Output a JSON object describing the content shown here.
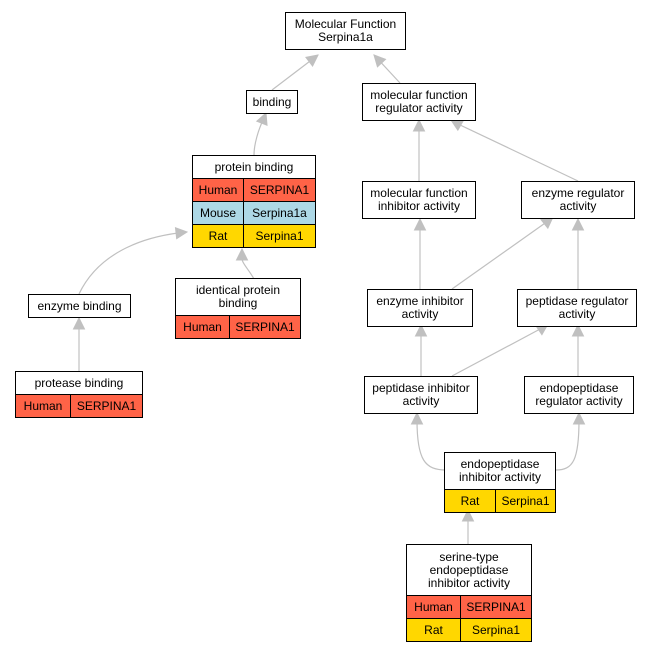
{
  "colors": {
    "human": "#ff6347",
    "mouse": "#add8e6",
    "rat": "#ffd700",
    "edge": "#c0c0c0"
  },
  "nodes": {
    "root": {
      "label": "Molecular Function\nSerpina1a"
    },
    "binding": {
      "label": "binding"
    },
    "mfra": {
      "label": "molecular function\nregulator activity"
    },
    "protein_binding": {
      "label": "protein binding",
      "rows": [
        {
          "species": "Human",
          "gene": "SERPINA1"
        },
        {
          "species": "Mouse",
          "gene": "Serpina1a"
        },
        {
          "species": "Rat",
          "gene": "Serpina1"
        }
      ]
    },
    "mfia": {
      "label": "molecular function\ninhibitor activity"
    },
    "era": {
      "label": "enzyme regulator\nactivity"
    },
    "enzyme_binding": {
      "label": "enzyme binding"
    },
    "identical": {
      "label": "identical protein\nbinding",
      "rows": [
        {
          "species": "Human",
          "gene": "SERPINA1"
        }
      ]
    },
    "eia": {
      "label": "enzyme inhibitor\nactivity"
    },
    "pra": {
      "label": "peptidase regulator\nactivity"
    },
    "protease": {
      "label": "protease binding",
      "rows": [
        {
          "species": "Human",
          "gene": "SERPINA1"
        }
      ]
    },
    "pia": {
      "label": "peptidase inhibitor\nactivity"
    },
    "epra": {
      "label": "endopeptidase\nregulator activity"
    },
    "epia": {
      "label": "endopeptidase\ninhibitor activity",
      "rows": [
        {
          "species": "Rat",
          "gene": "Serpina1"
        }
      ]
    },
    "serine": {
      "label": "serine-type\nendopeptidase\ninhibitor activity",
      "rows": [
        {
          "species": "Human",
          "gene": "SERPINA1"
        },
        {
          "species": "Rat",
          "gene": "Serpina1"
        }
      ]
    }
  }
}
